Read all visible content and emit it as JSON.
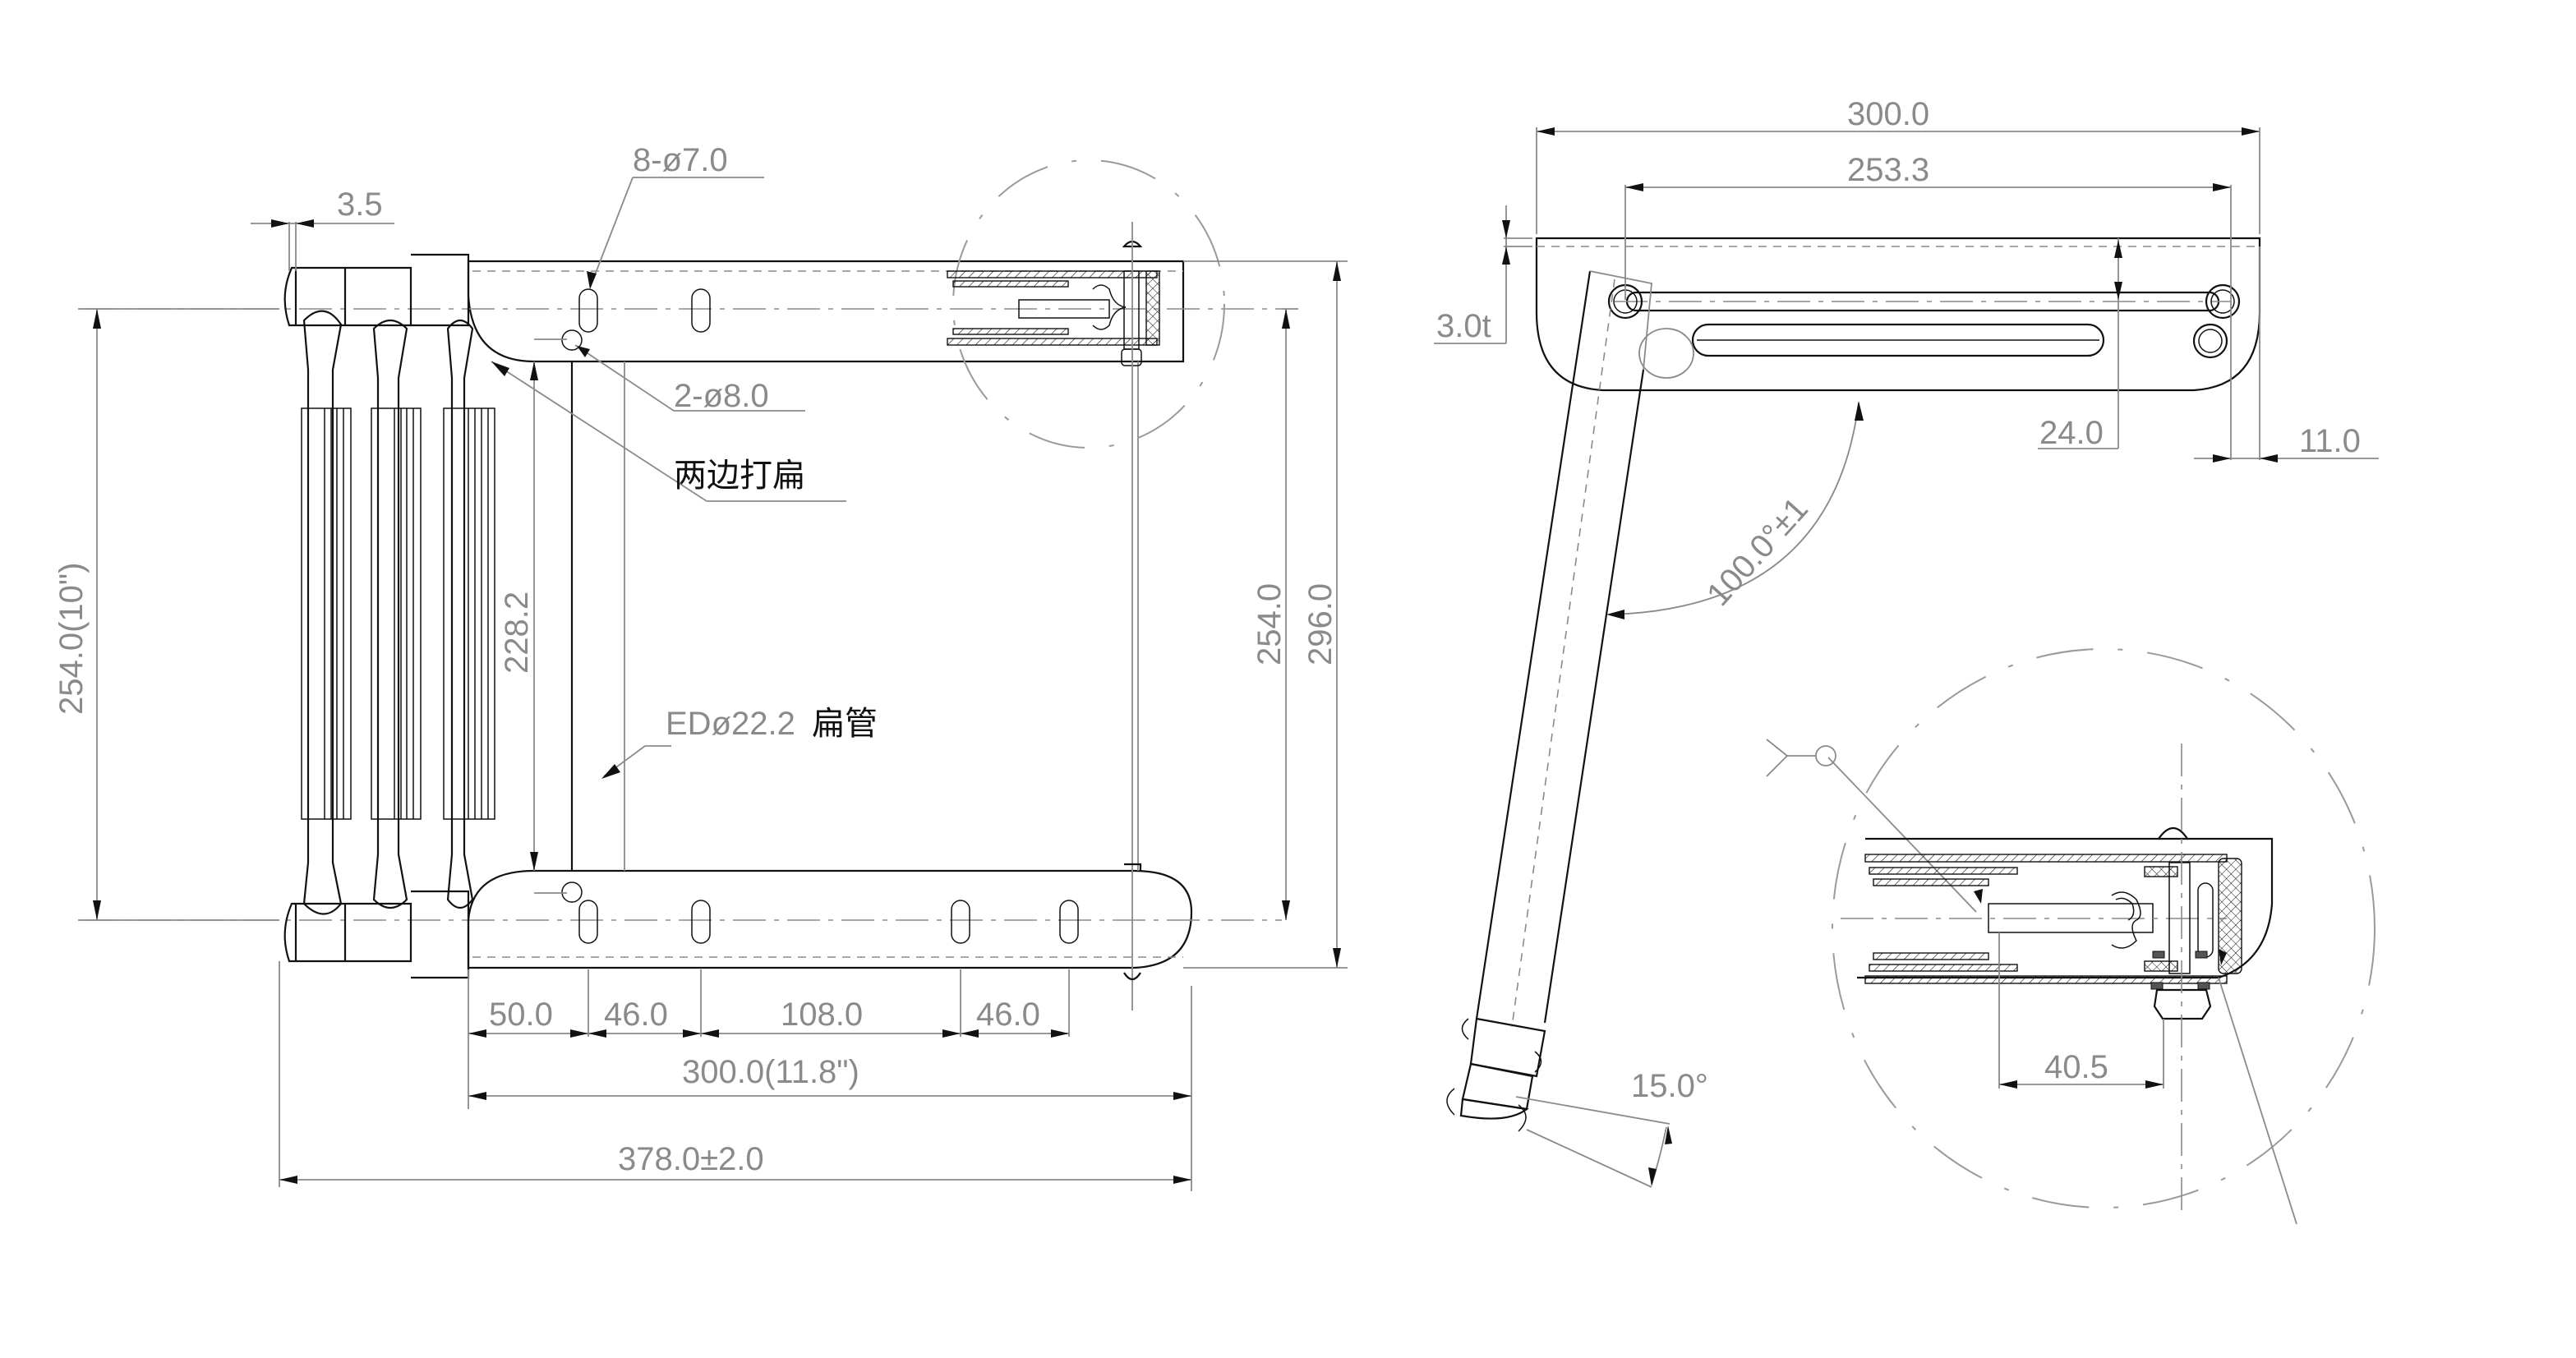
{
  "drawing": {
    "title": "Telescoping ladder technical drawing",
    "front_view": {
      "dims": {
        "gap": "3.5",
        "slot_holes": "8-ø7.0",
        "pin_holes": "2-ø8.0",
        "flatten_note": "两边打扁",
        "tube_spec": "EDø22.2",
        "tube_note": "扁管",
        "overall_height": "254.0(10\")",
        "inner_height": "228.2",
        "rail_span": "254.0",
        "outer_height": "296.0",
        "seg_1": "50.0",
        "seg_2": "46.0",
        "seg_3": "108.0",
        "seg_4": "46.0",
        "width": "300.0(11.8\")",
        "overall_width": "378.0±2.0"
      }
    },
    "side_view": {
      "dims": {
        "length": "300.0",
        "hole_span": "253.3",
        "thickness": "3.0t",
        "hole_offset": "24.0",
        "edge_offset": "11.0",
        "fold_angle": "100.0°±1",
        "foot_angle": "15.0°"
      }
    },
    "detail_view": {
      "dims": {
        "latch_depth": "40.5"
      }
    },
    "colors": {
      "geometry": "#111111",
      "dimension": "#8a8a8a",
      "background": "#ffffff"
    }
  }
}
